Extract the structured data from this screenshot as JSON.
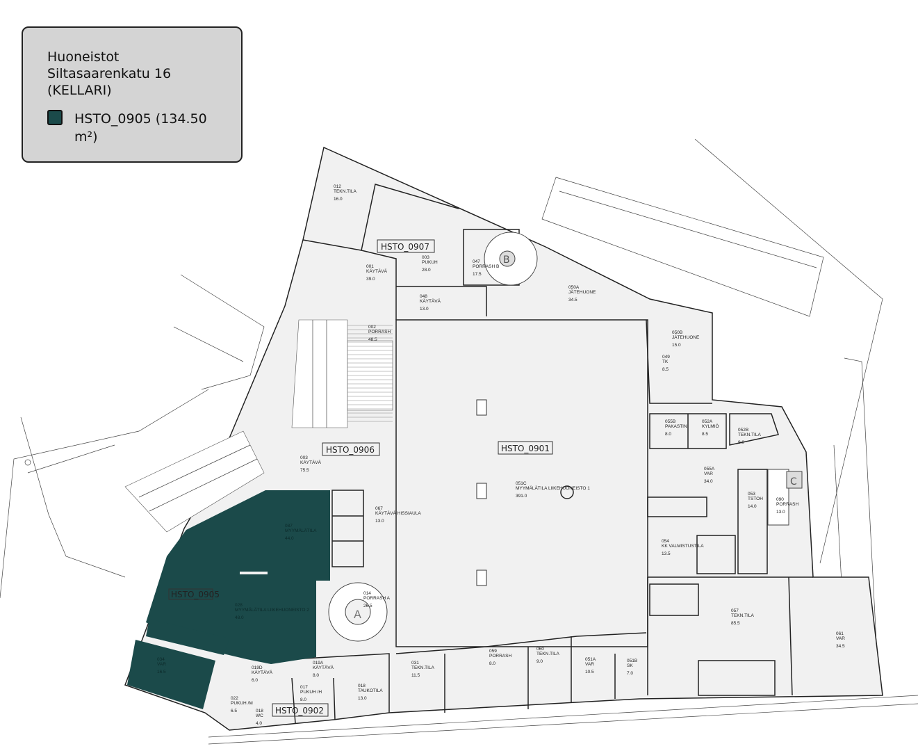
{
  "legend": {
    "title": "Huoneistot\nSiltasaarenkatu 16\n(KELLARI)",
    "items": [
      {
        "label": "HSTO_0905 (134.50 m²)",
        "color": "#1b4a4a"
      }
    ]
  },
  "units": {
    "hsto_0907": "HSTO_0907",
    "hsto_0906": "HSTO_0906",
    "hsto_0901": "HSTO_0901",
    "hsto_0905": "HSTO_0905",
    "hsto_0902": "HSTO_0902"
  },
  "stairs": {
    "a": "A",
    "b": "B",
    "c": "C"
  },
  "rooms": [
    {
      "code": "012",
      "name": "TEKN.TILA",
      "area": "16.0"
    },
    {
      "code": "001",
      "name": "KÄYTÄVÄ",
      "area": "39.0"
    },
    {
      "code": "003",
      "name": "PUKUH",
      "area": "28.0"
    },
    {
      "code": "047",
      "name": "PORRASH B",
      "area": "17.5"
    },
    {
      "code": "050A",
      "name": "JÄTEHUONE",
      "area": "34.5"
    },
    {
      "code": "048",
      "name": "KÄYTÄVÄ",
      "area": "13.0"
    },
    {
      "code": "002",
      "name": "PORRASH",
      "area": "48.5"
    },
    {
      "code": "050B",
      "name": "JÄTEHUONE",
      "area": "15.0"
    },
    {
      "code": "049",
      "name": "TK",
      "area": "8.5"
    },
    {
      "code": "055B",
      "name": "PAKASTIN",
      "area": "8.0"
    },
    {
      "code": "052A",
      "name": "KYLMIÖ",
      "area": "8.5"
    },
    {
      "code": "052B",
      "name": "TEKN.TILA",
      "area": "9.0"
    },
    {
      "code": "055A",
      "name": "VAR",
      "area": "34.0"
    },
    {
      "code": "053",
      "name": "TSTOH",
      "area": "14.0"
    },
    {
      "code": "090",
      "name": "PORRASH",
      "area": "13.0"
    },
    {
      "code": "054",
      "name": "KK VALMISTUSTILA",
      "area": "13.5"
    },
    {
      "code": "051C",
      "name": "MYYMÄLÄTILA LIIKEHUONEISTO 1",
      "area": "391.0"
    },
    {
      "code": "003",
      "name": "KÄYTÄVÄ",
      "area": "75.5"
    },
    {
      "code": "067",
      "name": "KÄYTÄVÄ HISSIAULA",
      "area": "13.0"
    },
    {
      "code": "087",
      "name": "MYYMÄLÄTILA",
      "area": "44.0"
    },
    {
      "code": "028",
      "name": "MYYMÄLÄTILA LIIKEHUONEISTO 2",
      "area": "48.0"
    },
    {
      "code": "014",
      "name": "PORRASH A",
      "area": "26.5"
    },
    {
      "code": "034",
      "name": "VAR",
      "area": "16.5"
    },
    {
      "code": "018",
      "name": "TAUKOTILA",
      "area": "13.0"
    },
    {
      "code": "017",
      "name": "PUKUH /H",
      "area": "8.0"
    },
    {
      "code": "022",
      "name": "PUKUH /M",
      "area": "6.5"
    },
    {
      "code": "018",
      "name": "WC",
      "area": "4.0"
    },
    {
      "code": "031",
      "name": "TEKN.TILA",
      "area": "11.5"
    },
    {
      "code": "059",
      "name": "PORRASH",
      "area": "8.0"
    },
    {
      "code": "060",
      "name": "TEKN.TILA",
      "area": "9.0"
    },
    {
      "code": "051A",
      "name": "VAR",
      "area": "10.5"
    },
    {
      "code": "051B",
      "name": "SK",
      "area": "7.0"
    },
    {
      "code": "057",
      "name": "TEKN.TILA",
      "area": "85.5"
    },
    {
      "code": "061",
      "name": "VAR",
      "area": "34.5"
    },
    {
      "code": "019A",
      "name": "KÄYTÄVÄ",
      "area": "8.0"
    },
    {
      "code": "019D",
      "name": "KÄYTÄVÄ",
      "area": "6.0"
    }
  ]
}
